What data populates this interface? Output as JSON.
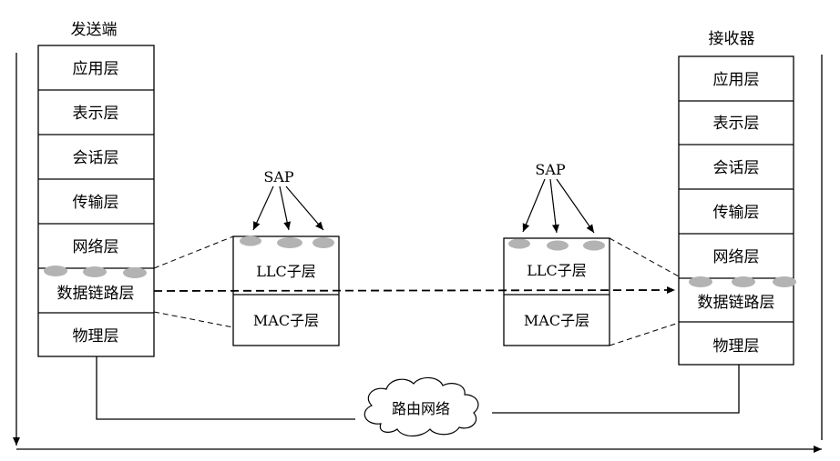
{
  "sender": {
    "title": "发送端",
    "layers": [
      "应用层",
      "表示层",
      "会话层",
      "传输层",
      "网络层",
      "数据链路层",
      "物理层"
    ]
  },
  "receiver": {
    "title": "接收器",
    "layers": [
      "应用层",
      "表示层",
      "会话层",
      "传输层",
      "网络层",
      "数据链路层",
      "物理层"
    ]
  },
  "sublayers_left": {
    "llc": "LLC子层",
    "mac": "MAC子层",
    "sap": "SAP"
  },
  "sublayers_right": {
    "llc": "LLC子层",
    "mac": "MAC子层",
    "sap": "SAP"
  },
  "network": {
    "label": "路由网络"
  }
}
